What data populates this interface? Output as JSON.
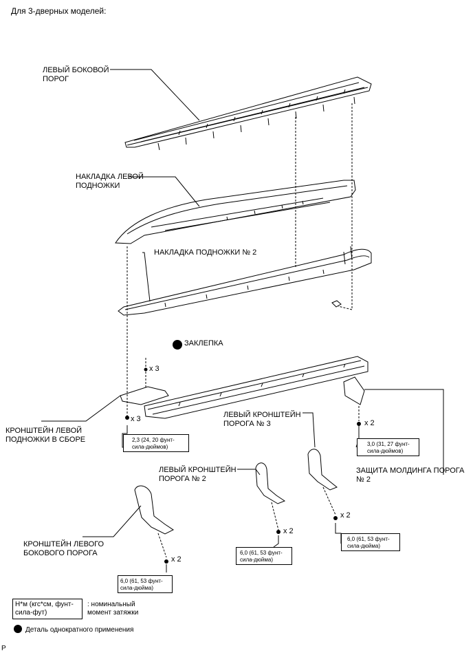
{
  "header": "Для 3-дверных моделей:",
  "labels": {
    "side_sill": "ЛЕВЫЙ БОКОВОЙ\nПОРОГ",
    "step_cover": "НАКЛАДКА ЛЕВОЙ\nПОДНОЖКИ",
    "step_cover_2": "НАКЛАДКА ПОДНОЖКИ № 2",
    "rivet": "ЗАКЛЕПКА",
    "step_bracket": "КРОНШТЕЙН ЛЕВОЙ\nПОДНОЖКИ В СБОРЕ",
    "sill_bracket_3": "ЛЕВЫЙ КРОНШТЕЙН\nПОРОГА № 3",
    "sill_bracket_2": "ЛЕВЫЙ КРОНШТЕЙН\nПОРОГА № 2",
    "moulding_guard": "ЗАЩИТА МОЛДИНГА ПОРОГА\n№ 2",
    "side_sill_bracket": "КРОНШТЕЙН ЛЕВОГО\nБОКОВОГО ПОРОГА"
  },
  "quantities": {
    "rivet": "x 3",
    "step_bracket_bolt": "x 3",
    "guard_bolt": "x 2",
    "bracket3_bolt": "x 2",
    "bracket2_bolt": "x 2",
    "side_bracket_bolt": "x 2"
  },
  "torques": {
    "step_bracket": "2,3 (24, 20 фунт-\nсила-дюймов)",
    "guard": "3,0 (31, 27 фунт-\nсила-дюймов)",
    "bracket3": "6,0 (61, 53 фунт-\nсила-дюйма)",
    "bracket2": "6,0 (61, 53 фунт-\nсила-дюйма)",
    "side_bracket": "6,0 (61, 53 фунт-\nсила-дюйма)"
  },
  "legend": {
    "torque_units": "Н*м (кгс*см, фунт-\nсила-фут)",
    "torque_desc": ": номинальный\nмомент затяжки",
    "single_use": "Деталь однократного применения"
  },
  "footer_code": "P"
}
